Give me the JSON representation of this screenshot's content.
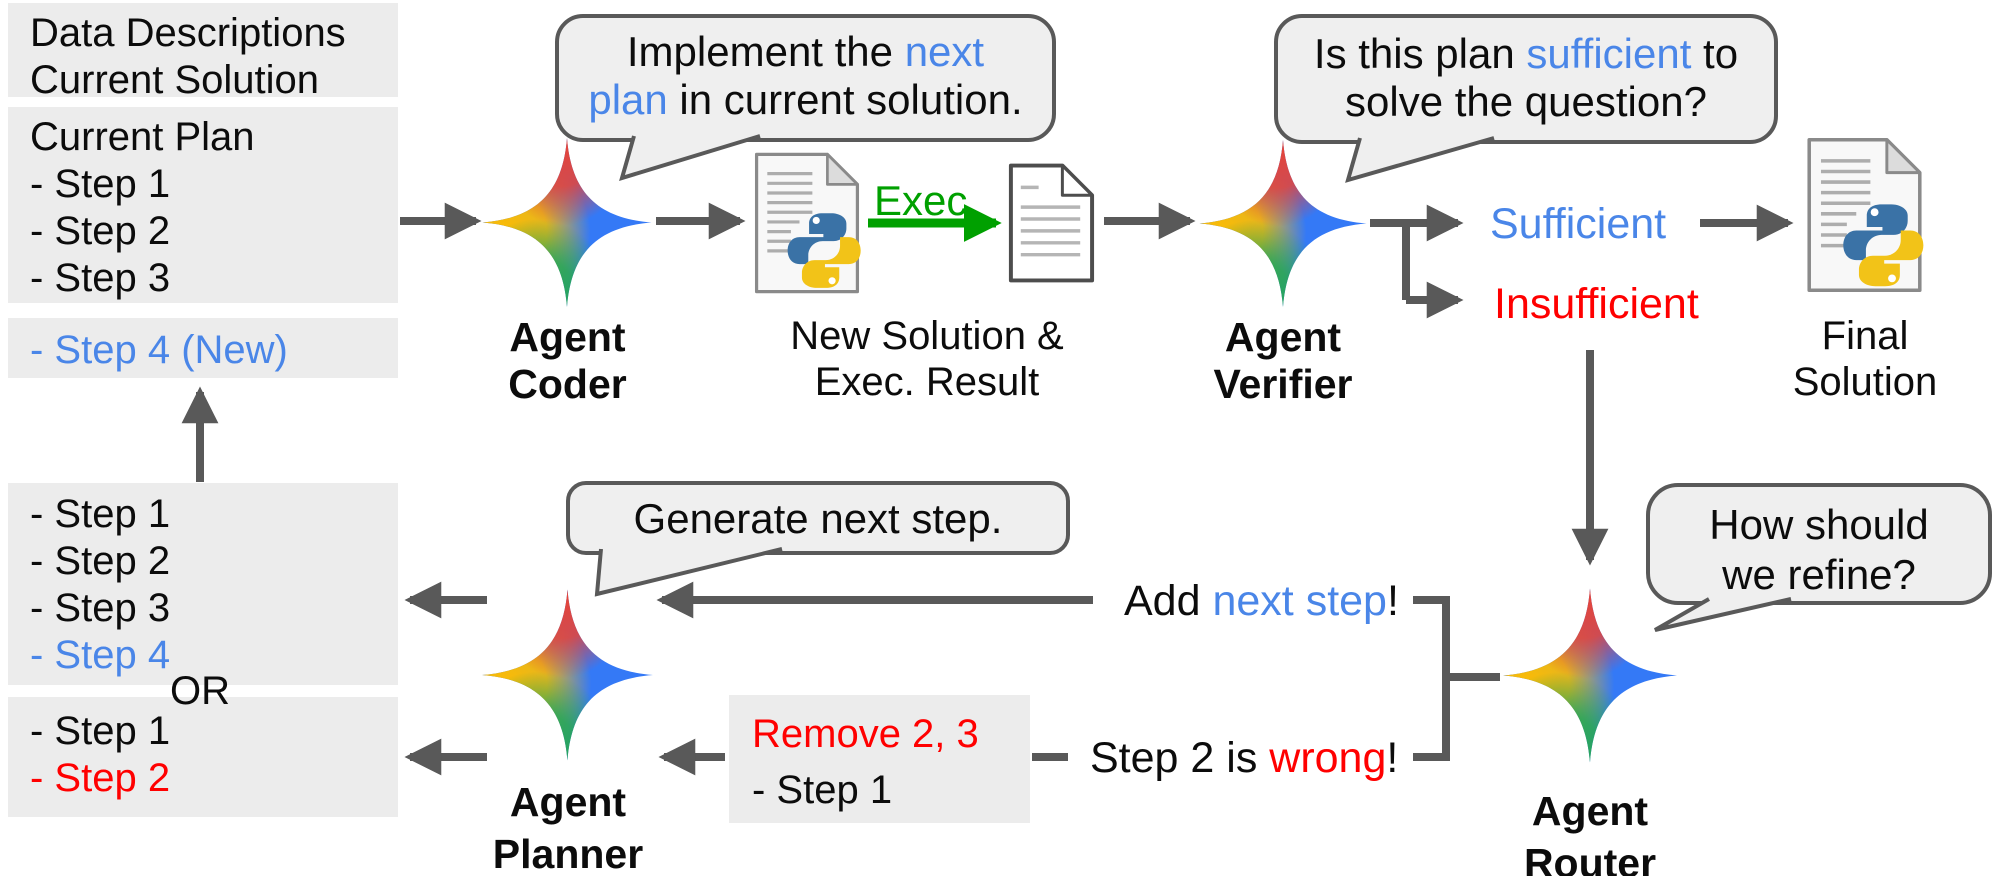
{
  "figure": "multi-agent data-science refinement loop diagram",
  "colors": {
    "accent_blue": "#4a86e8",
    "accent_red": "#ff0000",
    "accent_green": "#00a000",
    "arrow_gray": "#595959",
    "box_bg": "#ececec",
    "bubble_bg": "#efefef",
    "bubble_border": "#595959",
    "sparkle_red": "#ea4335",
    "sparkle_yellow": "#fbbc05",
    "sparkle_green": "#28a94f",
    "sparkle_blue": "#3479f6"
  },
  "icons": {
    "agent": "gemini-sparkle-icon",
    "code_file": "python-file-icon",
    "result_file": "document-icon"
  },
  "left_column": {
    "context_box": {
      "line1": "Data Descriptions",
      "line2": "Current Solution"
    },
    "current_plan_box": {
      "title": "Current Plan",
      "steps": [
        "- Step 1",
        "- Step 2",
        "- Step 3"
      ]
    },
    "new_step_box": {
      "text": "- Step 4 (New)"
    },
    "plan_option_a_box": {
      "steps": [
        "- Step 1",
        "- Step 2",
        "- Step 3"
      ],
      "new_step": "- Step 4"
    },
    "or_label": "OR",
    "plan_option_b_box": {
      "step1": "- Step 1",
      "step2_wrong": "- Step 2"
    }
  },
  "coder": {
    "bubble": {
      "l1a": "Implement the ",
      "l1b": "next",
      "l2a": "plan",
      "l2b": " in current solution."
    },
    "label1": "Agent",
    "label2": "Coder"
  },
  "execution": {
    "exec_label": "Exec.",
    "result_label1": "New Solution &",
    "result_label2": "Exec. Result"
  },
  "verifier": {
    "bubble": {
      "l1a": "Is this plan ",
      "l1b": "sufficient",
      "l1c": " to",
      "l2": "solve the question?"
    },
    "label1": "Agent",
    "label2": "Verifier",
    "sufficient": "Sufficient",
    "insufficient": "Insufficient"
  },
  "final_solution": {
    "label1": "Final",
    "label2": "Solution"
  },
  "router": {
    "bubble": {
      "l1": "How should",
      "l2": "we refine?"
    },
    "label1": "Agent",
    "label2": "Router",
    "msg_add": {
      "a": "Add ",
      "b": "next step",
      "c": "!"
    },
    "msg_wrong": {
      "a": "Step 2 is ",
      "b": "wrong",
      "c": "!"
    }
  },
  "planner": {
    "bubble": "Generate next step.",
    "label1": "Agent",
    "label2": "Planner",
    "remove_box": {
      "line1": "Remove 2, 3",
      "line2": "- Step 1"
    }
  }
}
